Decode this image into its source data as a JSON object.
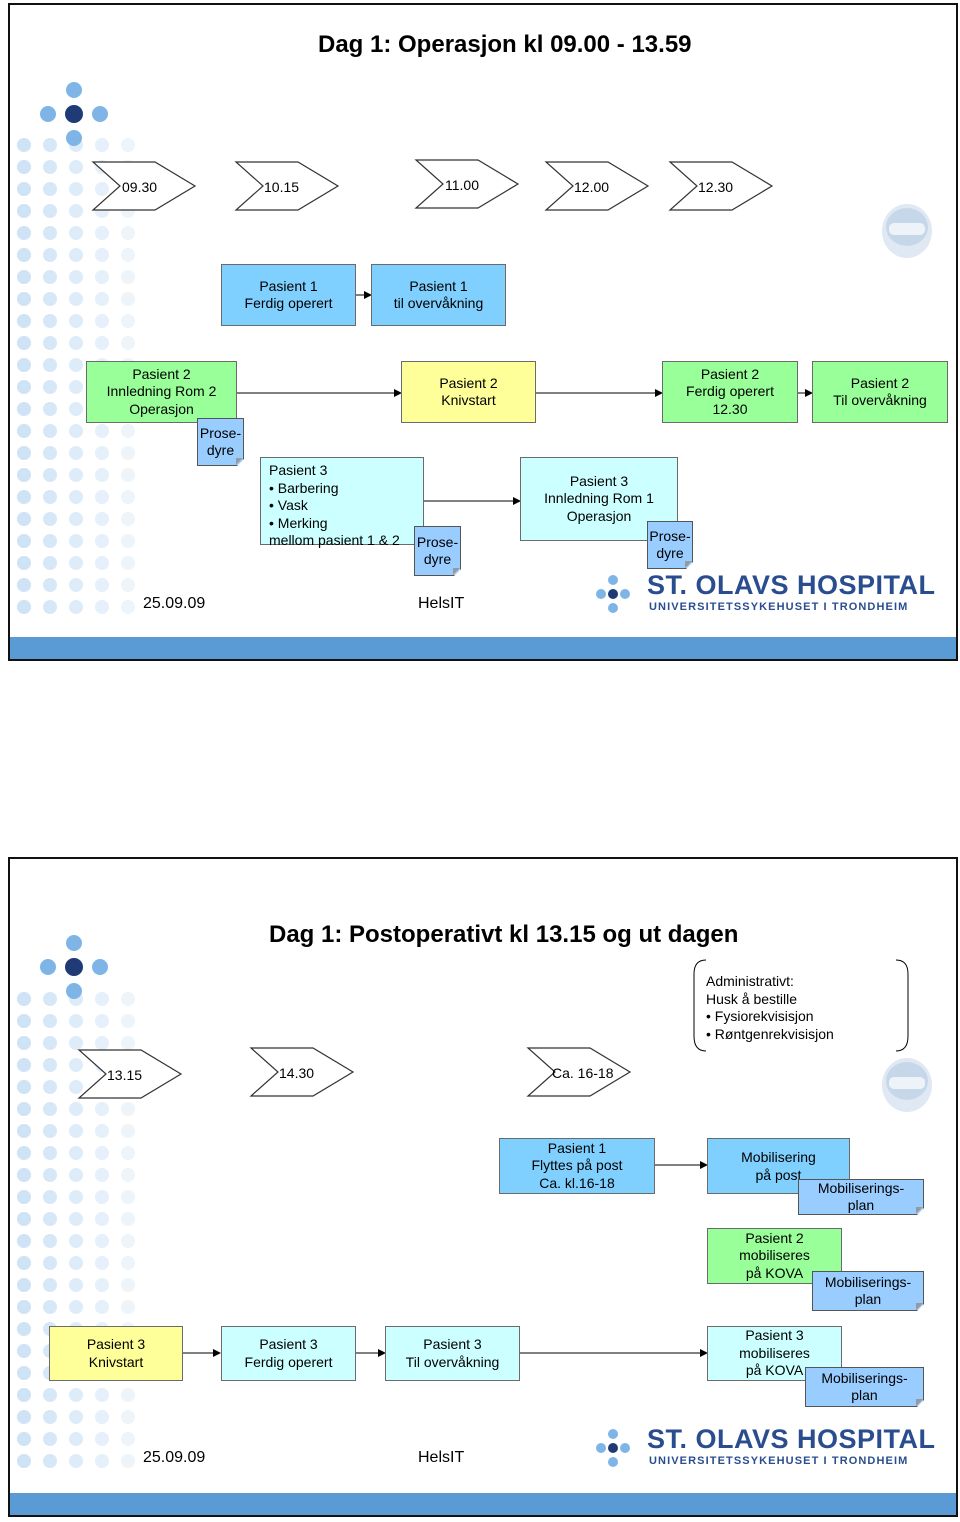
{
  "colors": {
    "accent_bar": "#5b9bd5",
    "logo_blue": "#2a4d8f",
    "dot_blue": "#7fb5e6",
    "dot_dark": "#1f3a75"
  },
  "slide1": {
    "title": "Dag 1: Operasjon kl 09.00 - 13.59",
    "times": [
      "09.30",
      "10.15",
      "11.00",
      "12.00",
      "12.30"
    ],
    "boxes": {
      "p1_ferdig": "Pasient 1\nFerdig operert",
      "p1_overvakning": "Pasient 1\ntil overvåkning",
      "p2_innledning": "Pasient 2\nInnledning Rom 2\nOperasjon",
      "p2_knivstart": "Pasient 2\nKnivstart",
      "p2_ferdig": "Pasient 2\nFerdig operert\n12.30",
      "p2_overvakning": "Pasient 2\nTil overvåkning",
      "p3_prep": "Pasient 3\n• Barbering\n• Vask\n• Merking\nmellom pasient 1 & 2",
      "p3_innledning": "Pasient 3\nInnledning Rom 1\nOperasjon"
    },
    "notes": {
      "prosedyre": "Prose-\ndyre"
    },
    "footer": {
      "date": "25.09.09",
      "center": "HelsIT"
    }
  },
  "slide2": {
    "title": "Dag 1: Postoperativt kl 13.15 og ut dagen",
    "times": [
      "13.15",
      "14.30",
      "Ca. 16-18"
    ],
    "admin": "Administrativt:\nHusk å bestille\n• Fysiorekvisisjon\n• Røntgenrekvisisjon",
    "boxes": {
      "p1_flyttes": "Pasient 1\nFlyttes på post\nCa. kl.16-18",
      "mobilisering_post": "Mobilisering\npå post",
      "p2_mobiliseres": "Pasient 2\nmobiliseres\npå KOVA",
      "p3_knivstart": "Pasient 3\nKnivstart",
      "p3_ferdig": "Pasient 3\nFerdig operert",
      "p3_overvakning": "Pasient 3\nTil overvåkning",
      "p3_mobiliseres": "Pasient 3\nmobiliseres\npå KOVA"
    },
    "notes": {
      "mobiliseringsplan": "Mobiliserings-\nplan"
    },
    "footer": {
      "date": "25.09.09",
      "center": "HelsIT"
    }
  },
  "logo": {
    "main": "ST. OLAVS HOSPITAL",
    "sub": "UNIVERSITETSSYKEHUSET I TRONDHEIM"
  }
}
